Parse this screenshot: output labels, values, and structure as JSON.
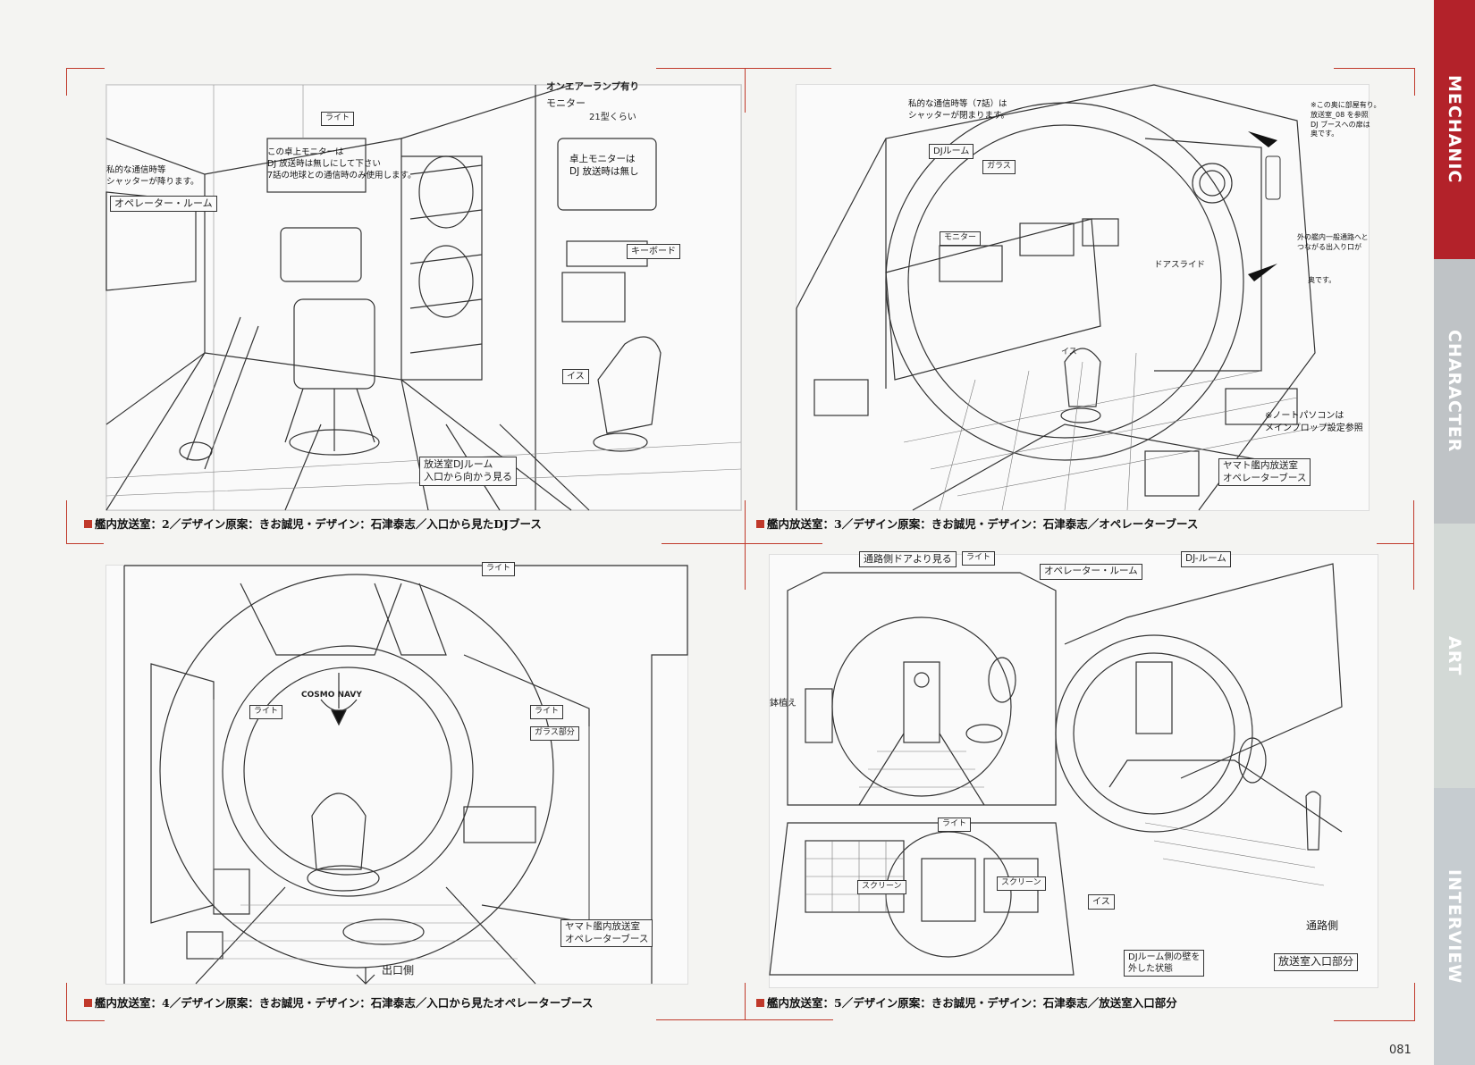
{
  "side_tabs": [
    {
      "label": "MECHANIC",
      "color": "#b3222a",
      "active": true
    },
    {
      "label": "CHARACTER",
      "color": "#bfc3c6",
      "active": false
    },
    {
      "label": "ART",
      "color": "#d3d9d6",
      "active": false
    },
    {
      "label": "INTERVIEW",
      "color": "#c6ccd0",
      "active": false
    }
  ],
  "page_number": "081",
  "panels": {
    "p2": {
      "caption": "艦内放送室：2／デザイン原案：きお誠児・デザイン：石津泰志／入口から見たDJブース",
      "notes": {
        "monitor_note": "この卓上モニターは\nDJ 放送時は無しにして下さい\n7話の地球との通信時のみ使用します。",
        "comm_note": "私的な通信時等\nシャッターが降ります。",
        "operator_room": "オペレーター・ルーム",
        "light": "ライト",
        "onair_lamp": "オンエアーランプ有り",
        "monitor": "モニター",
        "monitor_size": "21型くらい",
        "desk_monitor": "卓上モニターは\nDJ 放送時は無し",
        "keyboard": "キーボード",
        "chair": "イス",
        "stamp": "放送室DJルーム\n入口から向かう見る"
      }
    },
    "p3": {
      "caption": "艦内放送室：3／デザイン原案：きお誠児・デザイン：石津泰志／オペレーターブース",
      "notes": {
        "comm_note": "私的な通信時等（7話）は\nシャッターが閉まります。",
        "dj_room": "DJルーム",
        "glass": "ガラス",
        "monitor": "モニター",
        "door_slide": "ドアスライド",
        "chair": "イス",
        "back_room": "※この奥に部屋有り。\n放送室_08 を参照\nDJ ブースへの扉は\n奥です。",
        "exit_note": "外の艦内一般通路へと\nつながる出入り口が",
        "exit_note2": "奥です。",
        "laptop_note": "※ノートパソコンは\nメインプロップ設定参照",
        "stamp": "ヤマト艦内放送室\nオペレーターブース"
      }
    },
    "p4": {
      "caption": "艦内放送室：4／デザイン原案：きお誠児・デザイン：石津泰志／入口から見たオペレーターブース",
      "notes": {
        "light1": "ライト",
        "light2": "ライト",
        "light3": "ライト",
        "glass_part": "ガラス部分",
        "emblem": "COSMO NAVY",
        "exit_side": "出口側",
        "stamp": "ヤマト艦内放送室\nオペレーターブース"
      }
    },
    "p5": {
      "caption": "艦内放送室：5／デザイン原案：きお誠児・デザイン：石津泰志／放送室入口部分",
      "notes": {
        "passage_view": "通路側ドアより見る",
        "light1": "ライト",
        "light2": "ライト",
        "operator_room": "オペレーター・ルーム",
        "dj_room": "DJ-ルーム",
        "plant": "鉢植え",
        "screen1": "スクリーン",
        "screen2": "スクリーン",
        "chair": "イス",
        "wall_removed": "DJルーム側の壁を\n外した状態",
        "passage_side": "通路側",
        "entrance": "放送室入口部分"
      }
    }
  }
}
